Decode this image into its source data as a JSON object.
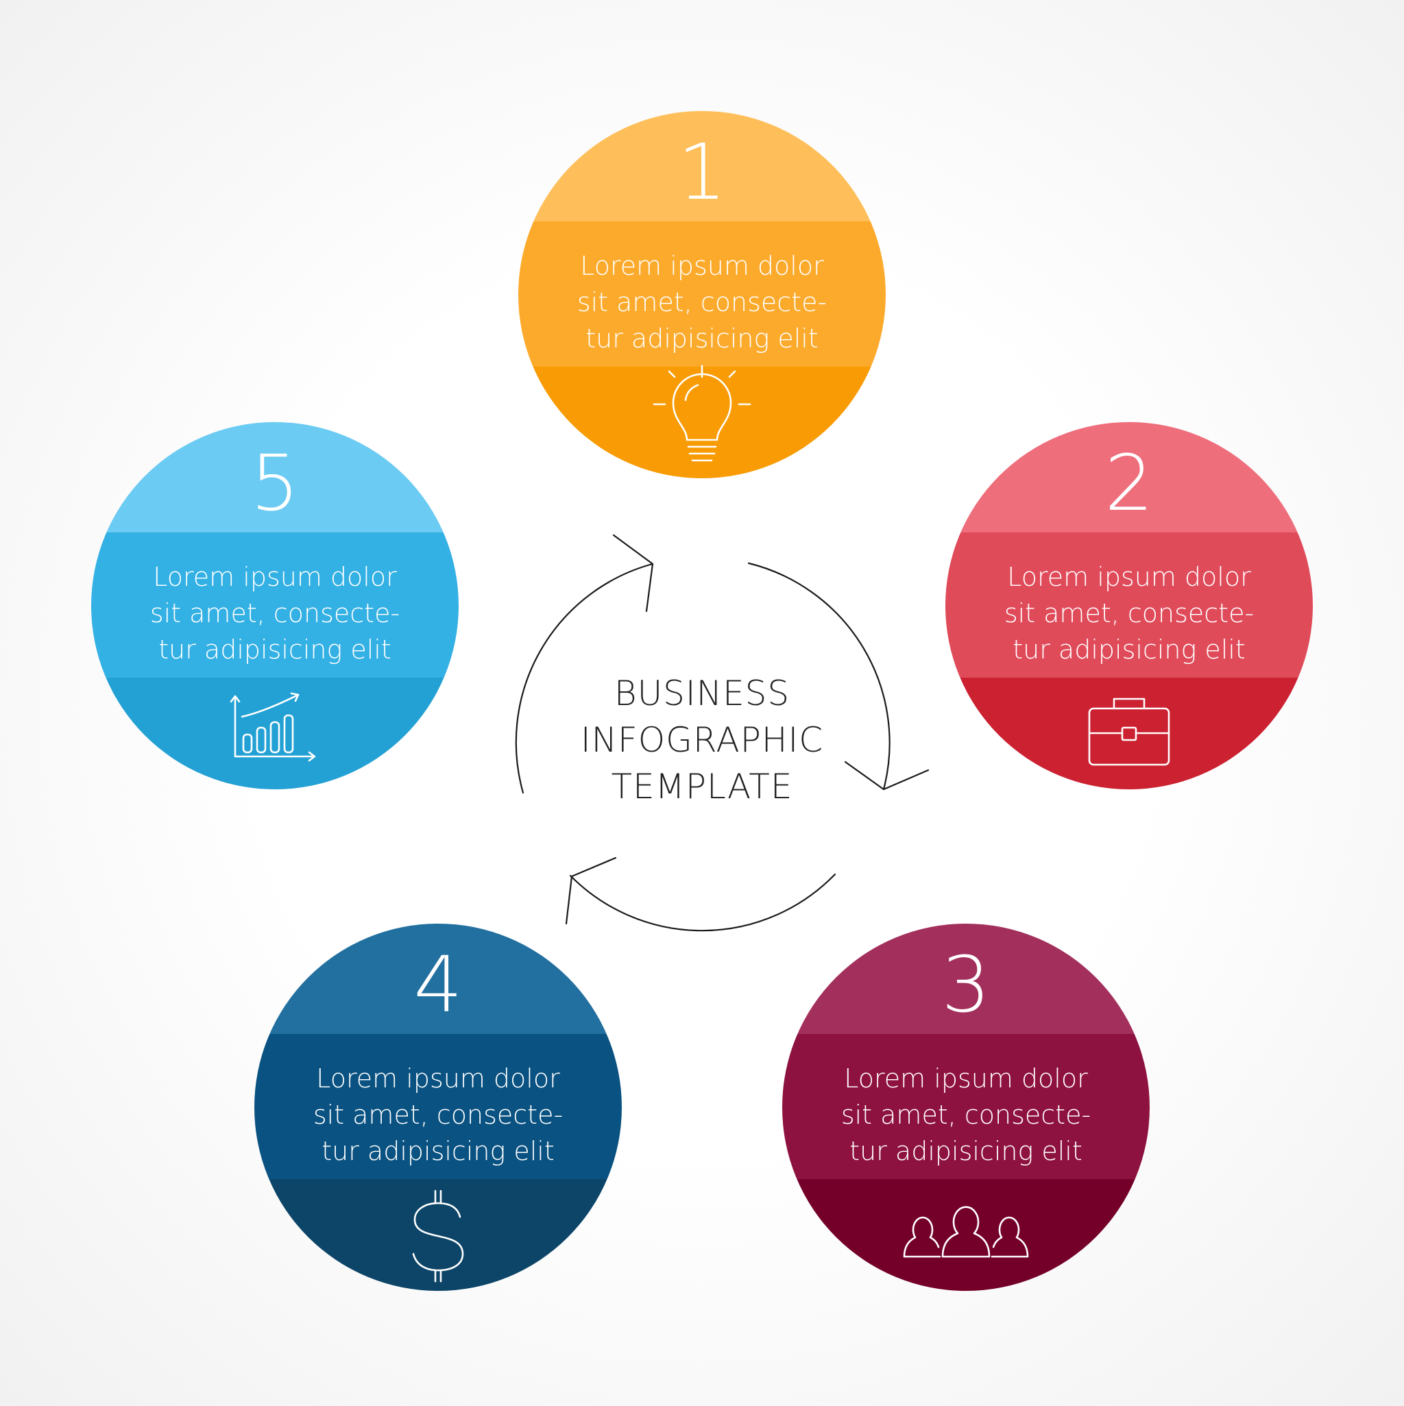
{
  "title_lines": [
    "BUSINESS",
    "INFOGRAPHIC",
    "TEMPLATE"
  ],
  "steps": [
    {
      "number": "1",
      "text_lines": [
        "Lorem ipsum dolor",
        "sit amet, consecte-",
        "tur adipisicing elit"
      ],
      "icon": "lightbulb-icon",
      "colors": {
        "top": "#FEBF5A",
        "middle": "#FCAA2C",
        "bottom": "#F89B04"
      }
    },
    {
      "number": "2",
      "text_lines": [
        "Lorem ipsum dolor",
        "sit amet, consecte-",
        "tur adipisicing elit"
      ],
      "icon": "briefcase-icon",
      "colors": {
        "top": "#EE6E7C",
        "middle": "#E04B5A",
        "bottom": "#CB2131"
      }
    },
    {
      "number": "3",
      "text_lines": [
        "Lorem ipsum dolor",
        "sit amet, consecte-",
        "tur adipisicing elit"
      ],
      "icon": "people-icon",
      "colors": {
        "top": "#A3305C",
        "middle": "#8E123F",
        "bottom": "#74002A"
      }
    },
    {
      "number": "4",
      "text_lines": [
        "Lorem ipsum dolor",
        "sit amet, consecte-",
        "tur adipisicing elit"
      ],
      "icon": "dollar-icon",
      "colors": {
        "top": "#2270A0",
        "middle": "#0A5281",
        "bottom": "#0C4568"
      }
    },
    {
      "number": "5",
      "text_lines": [
        "Lorem ipsum dolor",
        "sit amet, consecte-",
        "tur adipisicing elit"
      ],
      "icon": "growth-chart-icon",
      "colors": {
        "top": "#6BCBF2",
        "middle": "#33B0E4",
        "bottom": "#23A1D4"
      }
    }
  ]
}
